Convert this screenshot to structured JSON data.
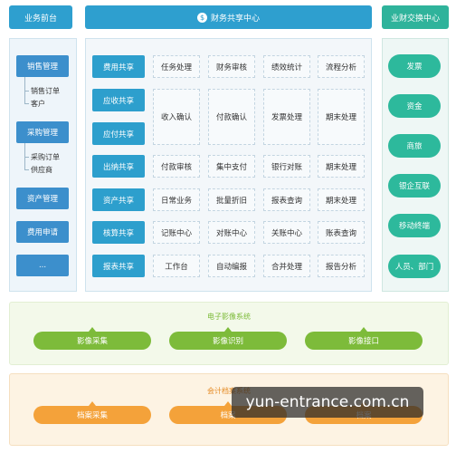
{
  "headers": {
    "left": "业务前台",
    "middle": "财务共享中心",
    "right": "业财交换中心"
  },
  "left_modules": [
    {
      "label": "销售管理",
      "subs": [
        "销售订单",
        "客户"
      ]
    },
    {
      "label": "采购管理",
      "subs": [
        "采购订单",
        "供应商"
      ]
    },
    {
      "label": "资产管理",
      "subs": []
    },
    {
      "label": "费用申请",
      "subs": []
    },
    {
      "label": "...",
      "subs": []
    }
  ],
  "shared_services": {
    "rows": [
      {
        "label": "费用共享",
        "cells": [
          "任务处理",
          "财务审核",
          "绩效统计",
          "流程分析"
        ]
      },
      {
        "label": "应收共享",
        "cells": []
      },
      {
        "label": "应付共享",
        "cells": []
      },
      {
        "label": "出纳共享",
        "cells": [
          "付款审核",
          "集中支付",
          "银行对账",
          "期末处理"
        ]
      },
      {
        "label": "资产共享",
        "cells": [
          "日常业务",
          "批量折旧",
          "报表查询",
          "期末处理"
        ]
      },
      {
        "label": "核算共享",
        "cells": [
          "记账中心",
          "对账中心",
          "关账中心",
          "账表查询"
        ]
      },
      {
        "label": "报表共享",
        "cells": [
          "工作台",
          "自动编报",
          "合并处理",
          "报告分析"
        ]
      }
    ],
    "merged_cells": [
      "收入确认",
      "付款确认",
      "发票处理",
      "期末处理"
    ]
  },
  "exchange_items": [
    "发票",
    "资金",
    "商旅",
    "银企互联",
    "移动终端",
    "人员、部门"
  ],
  "image_system": {
    "title": "电子影像系统",
    "items": [
      "影像采集",
      "影像识别",
      "影像接口"
    ]
  },
  "archive_system": {
    "title": "会计档案系统",
    "items": [
      "档案采集",
      "档案",
      "档案"
    ]
  },
  "watermark": "yun-entrance.com.cn",
  "colors": {
    "blue": "#2e9fcf",
    "teal": "#2fb39b",
    "green": "#7dbb3a",
    "orange": "#f4a23a"
  }
}
